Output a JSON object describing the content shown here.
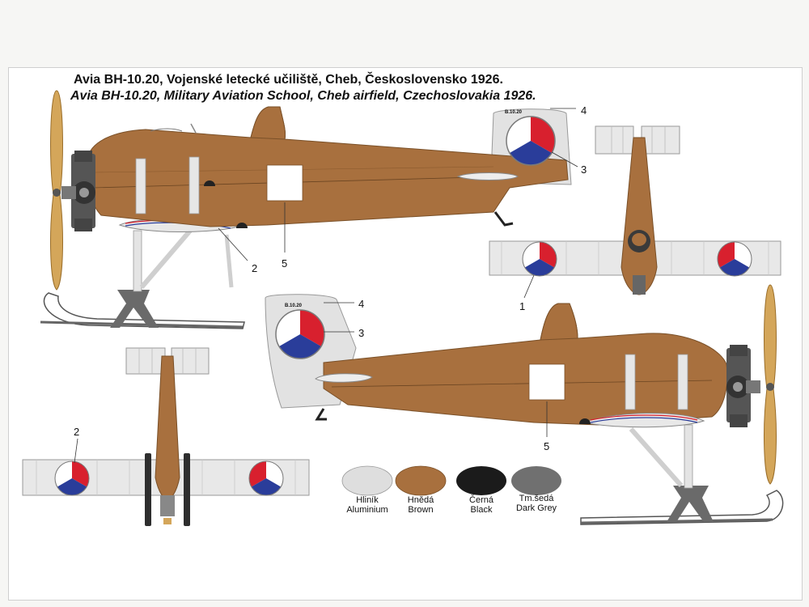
{
  "title": {
    "main": "Avia BH-10.20, Vojenské letecké učiliště, Cheb, Československo 1926.",
    "sub": "Avia BH-10.20, Military Aviation School, Cheb airfield, Czechoslovakia 1926."
  },
  "registration": "B.10.20",
  "callouts": {
    "c1": "1",
    "c2": "2",
    "c3": "3",
    "c4": "4",
    "c5": "5"
  },
  "swatches": [
    {
      "cz": "Hliník",
      "en": "Aluminium",
      "color": "#dedede"
    },
    {
      "cz": "Hnědá",
      "en": "Brown",
      "color": "#a8703e"
    },
    {
      "cz": "Černá",
      "en": "Black",
      "color": "#1b1b1b"
    },
    {
      "cz": "Tm.šedá",
      "en": "Dark Grey",
      "color": "#707070"
    }
  ],
  "colors": {
    "brown": "#a8703e",
    "aluminium": "#e2e2e2",
    "roundel_red": "#d8202e",
    "roundel_blue": "#2a3d9a",
    "propeller": "#d4a65a"
  }
}
